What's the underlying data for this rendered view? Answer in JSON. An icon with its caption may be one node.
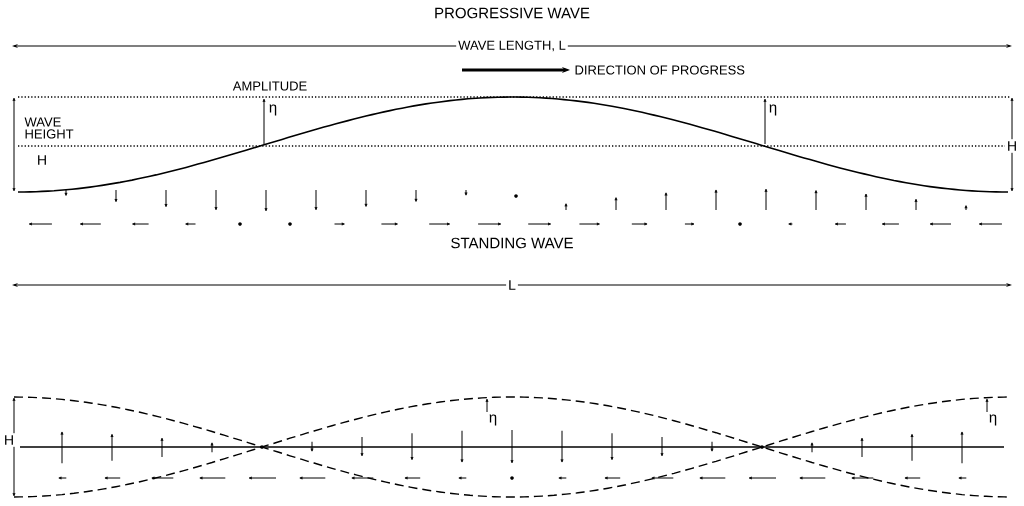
{
  "diagram": {
    "labels": [
      "PROGRESSIVE WAVE",
      "WAVE LENGTH, L",
      "DIRECTION OF PROGRESS",
      "AMPLITUDE",
      "η",
      "η",
      "WAVE HEIGHT",
      "H",
      "H",
      "STANDING WAVE",
      "L",
      "H",
      "η",
      "η"
    ]
  }
}
